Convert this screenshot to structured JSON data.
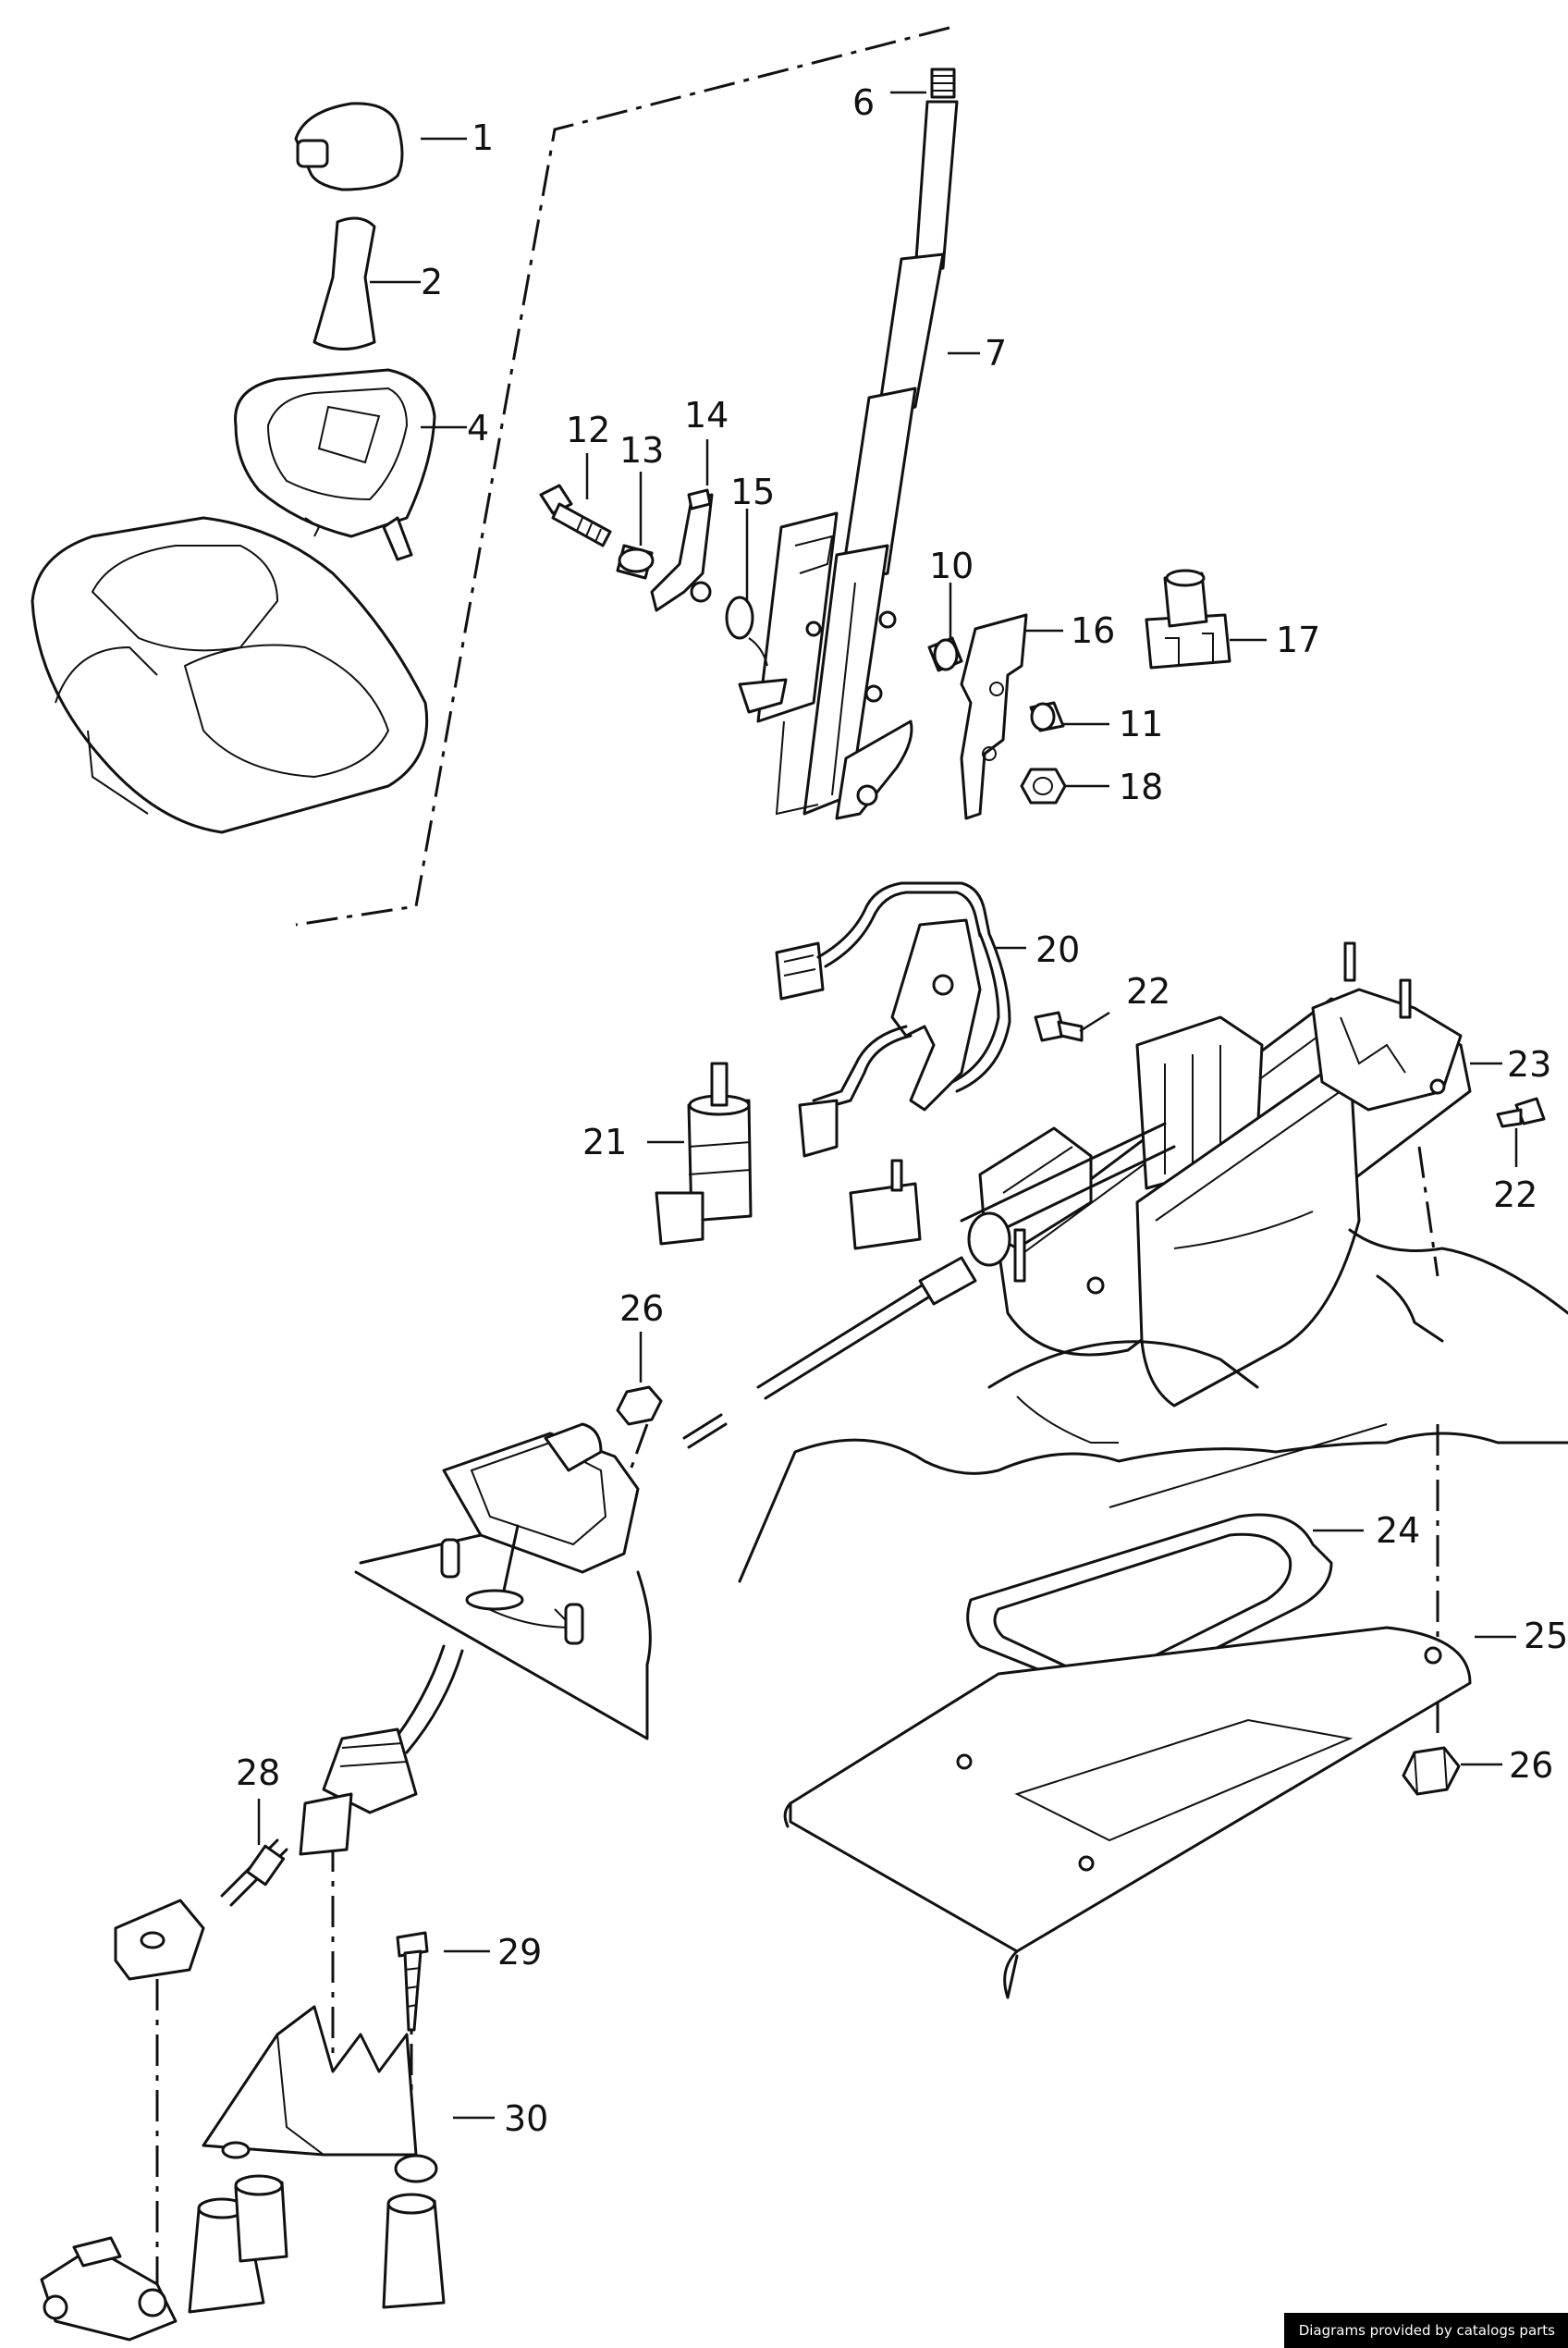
{
  "credit": "Diagrams provided by catalogs parts",
  "labels": {
    "p1": "1",
    "p2": "2",
    "p4": "4",
    "p6": "6",
    "p7": "7",
    "p10": "10",
    "p11": "11",
    "p12": "12",
    "p13": "13",
    "p14": "14",
    "p15": "15",
    "p16": "16",
    "p17": "17",
    "p18": "18",
    "p20": "20",
    "p21": "21",
    "p22a": "22",
    "p22b": "22",
    "p23": "23",
    "p24": "24",
    "p25": "25",
    "p26a": "26",
    "p26b": "26",
    "p28": "28",
    "p29": "29",
    "p30": "30"
  }
}
